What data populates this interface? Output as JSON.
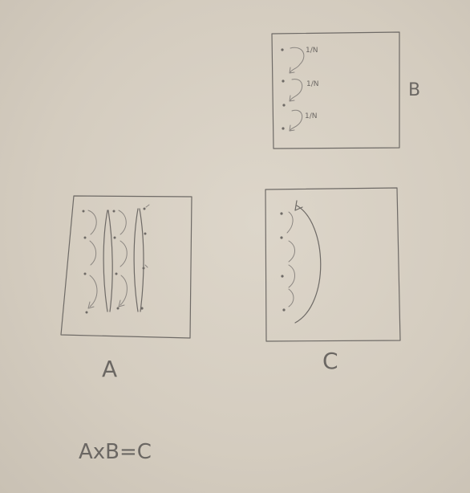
{
  "labels": {
    "matrix_a": "A",
    "matrix_b": "B",
    "matrix_c": "C",
    "equation": "AxB=C"
  },
  "matrix_b": {
    "weights": [
      "1/N",
      "1/N",
      "1/N"
    ]
  },
  "colors": {
    "paper": "#d6cfc2",
    "pencil": "#6e6a66"
  }
}
